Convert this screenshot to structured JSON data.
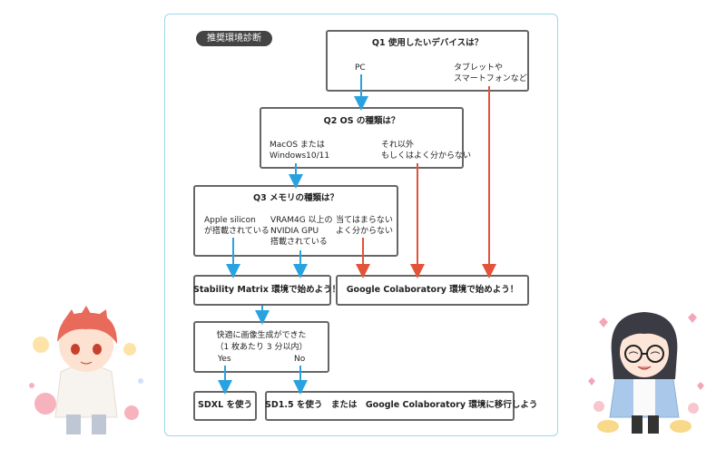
{
  "tag": "推奨環境診断",
  "q1": {
    "title": "Q1 使用したいデバイスは？",
    "opt_pc": "PC",
    "opt_mobile_1": "タブレットや",
    "opt_mobile_2": "スマートフォンなど"
  },
  "q2": {
    "title": "Q2 OS の種類は？",
    "opt_a_1": "MacOS または",
    "opt_a_2": "Windows10/11",
    "opt_b_1": "それ以外",
    "opt_b_2": "もしくはよく分からない"
  },
  "q3": {
    "title": "Q3 メモリの種類は？",
    "opt_a_1": "Apple silicon",
    "opt_a_2": "が搭載されている",
    "opt_b_1": "VRAM4G 以上の",
    "opt_b_2": "NVIDIA GPU",
    "opt_b_3": "搭載されている",
    "opt_c_1": "当てはまらない",
    "opt_c_2": "よく分からない"
  },
  "result_stability": "Stability Matrix 環境で始めよう！",
  "result_colab": "Google Colaboratory 環境で始めよう！",
  "q4": {
    "line1": "快適に画像生成ができた",
    "line2": "（1 枚あたり 3 分以内）",
    "yes": "Yes",
    "no": "No"
  },
  "result_sdxl": "SDXL を使う",
  "result_sd15": "SD1.5 を使う　または　Google Colaboratory 環境に移行しよう",
  "colors": {
    "blue_arrow": "#29a3e0",
    "red_arrow": "#e2533a",
    "frame": "#9fd6e8",
    "box_border": "#666666"
  }
}
